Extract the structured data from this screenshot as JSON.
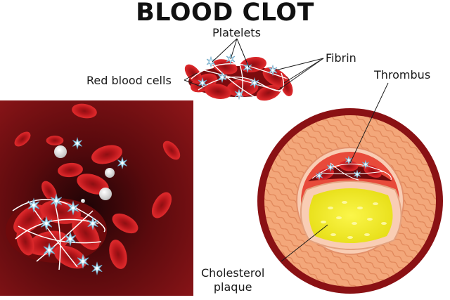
{
  "title": "BLOOD CLOT",
  "labels": {
    "platelets": "Platelets",
    "fibrin": "Fibrin",
    "red_blood_cells": "Red blood cells",
    "thrombus": "Thrombus",
    "cholesterol_line1": "Cholesterol",
    "cholesterol_line2": "plaque"
  },
  "colors": {
    "blood_red": "#c8161d",
    "dark_red": "#7a0d0e",
    "vessel_wall": "#f2a77c",
    "plaque_yellow": "#f5ef1e",
    "platelet_blue": "#bfe6f6",
    "fibrin_white": "#ffffff",
    "white_cell": "#eeeeee"
  },
  "icons": [
    "platelet-icon",
    "red-blood-cell-icon",
    "white-blood-cell-icon",
    "fibrin-strand"
  ]
}
